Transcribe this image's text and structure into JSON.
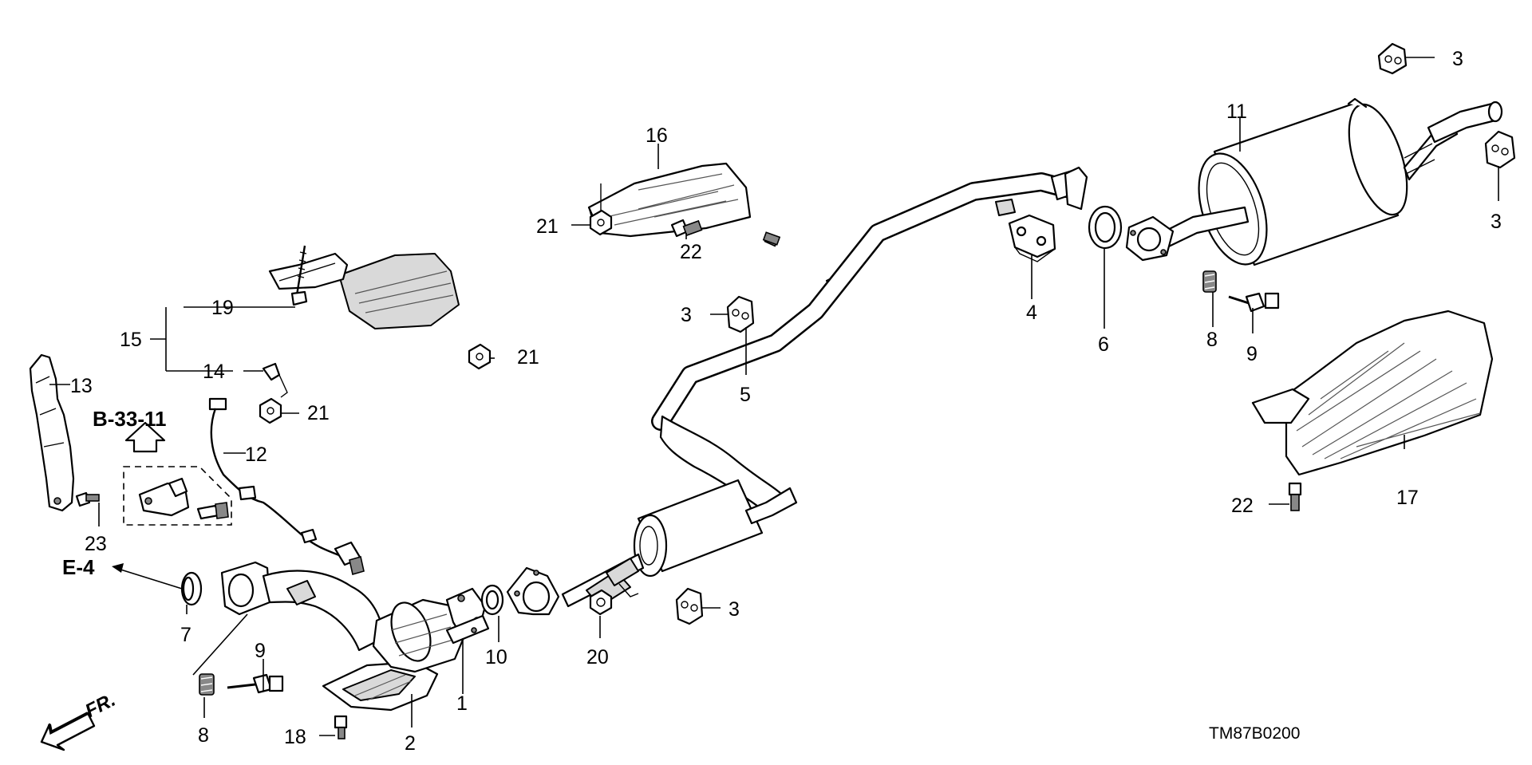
{
  "diagram_code": "TM87B0200",
  "direction_label": "FR.",
  "references": {
    "upper": "B-33-11",
    "left": "E-4"
  },
  "callouts": {
    "c1": "1",
    "c2": "2",
    "c3a": "3",
    "c3b": "3",
    "c3c": "3",
    "c3d": "3",
    "c4": "4",
    "c5": "5",
    "c6": "6",
    "c7": "7",
    "c8a": "8",
    "c8b": "8",
    "c9a": "9",
    "c9b": "9",
    "c10": "10",
    "c11": "11",
    "c12": "12",
    "c13": "13",
    "c14": "14",
    "c15": "15",
    "c16": "16",
    "c17": "17",
    "c18": "18",
    "c19": "19",
    "c20": "20",
    "c21a": "21",
    "c21b": "21",
    "c21c": "21",
    "c22a": "22",
    "c22b": "22",
    "c23": "23"
  }
}
